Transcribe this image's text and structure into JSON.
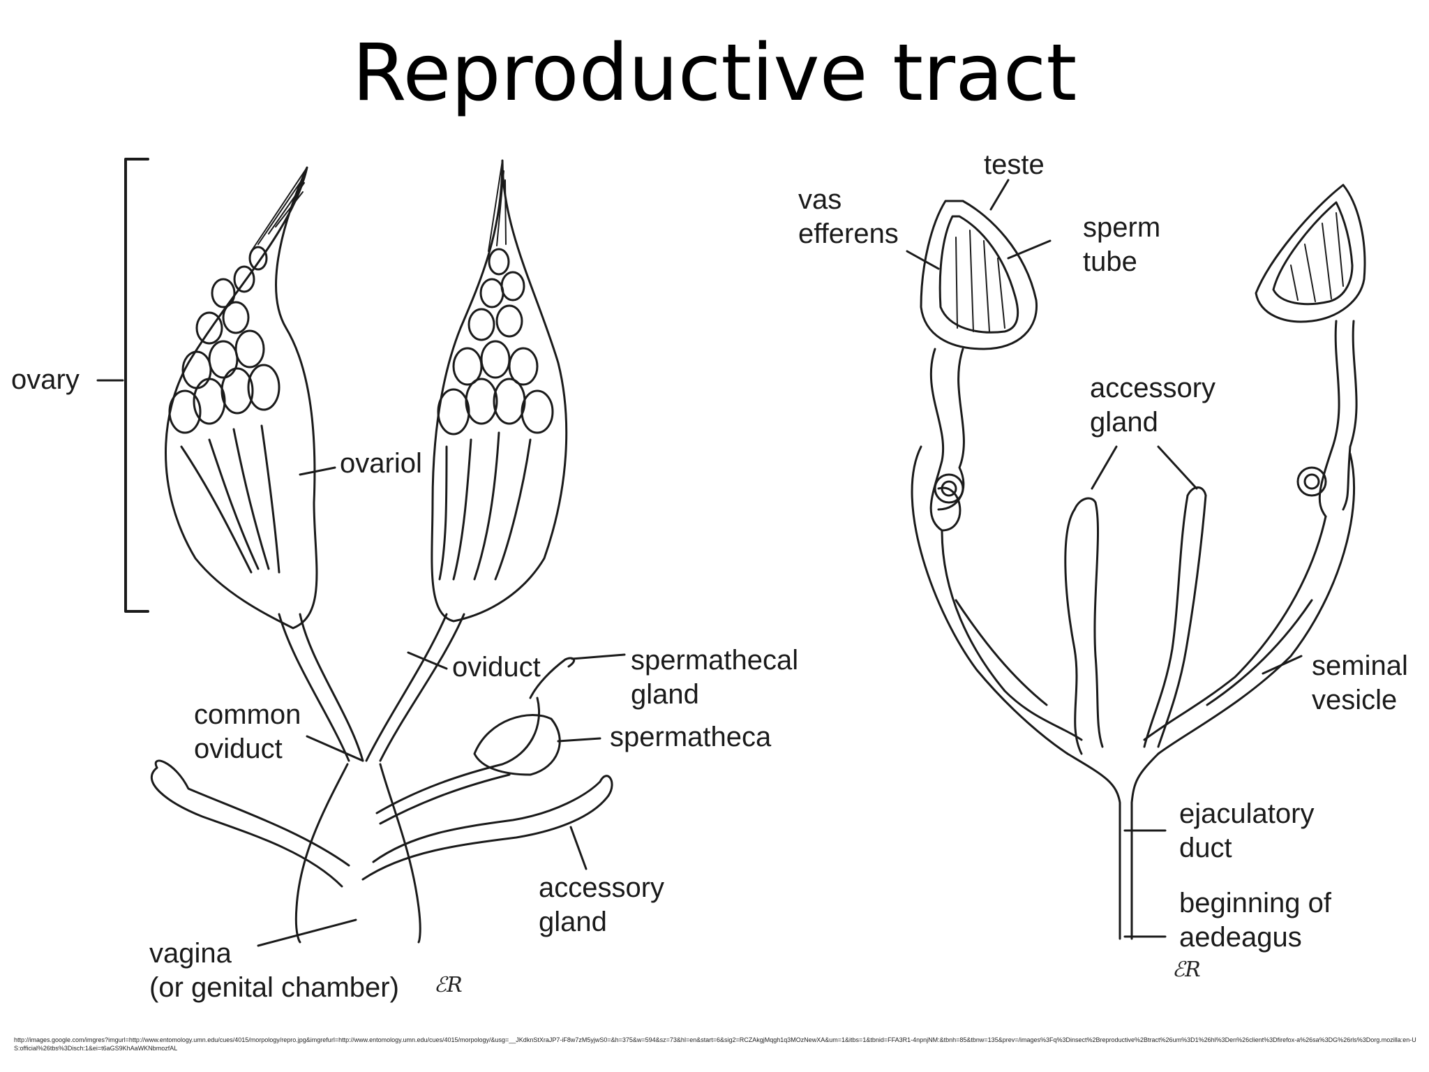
{
  "title": "Reproductive tract",
  "female": {
    "ovary": "ovary",
    "ovariol": "ovariol",
    "oviduct": "oviduct",
    "common_oviduct": [
      "common",
      "oviduct"
    ],
    "spermathecal_gland": [
      "spermathecal",
      "gland"
    ],
    "spermatheca": "spermatheca",
    "accessory_gland": [
      "accessory",
      "gland"
    ],
    "vagina": [
      "vagina",
      "(or genital chamber)"
    ]
  },
  "male": {
    "teste": "teste",
    "vas_efferens": [
      "vas",
      "efferens"
    ],
    "sperm_tube": [
      "sperm",
      "tube"
    ],
    "accessory_gland": [
      "accessory",
      "gland"
    ],
    "seminal_vesicle": [
      "seminal",
      "vesicle"
    ],
    "ejaculatory_duct": [
      "ejaculatory",
      "duct"
    ],
    "aedeagus": [
      "beginning of",
      "aedeagus"
    ]
  },
  "signature": "ℰR",
  "source_url": "http://images.google.com/imgres?imgurl=http://www.entomology.umn.edu/cues/4015/morpology/repro.jpg&imgrefurl=http://www.entomology.umn.edu/cues/4015/morpology/&usg=__JKdknStXraJP7-iF8w7zM5yjwS0=&h=375&w=594&sz=73&hl=en&start=6&sig2=RCZAkgjMqgh1q3MOzNewXA&um=1&itbs=1&tbnid=FFA3R1-4npnjNM:&tbnh=85&tbnw=135&prev=/images%3Fq%3Dinsect%2Breproductive%2Btract%26um%3D1%26hl%3Den%26client%3Dfirefox-a%26sa%3DG%26rls%3Dorg.mozilla:en-US:official%26tbs%3Disch:1&ei=t6aGS9KhAaWKNbmozfAL"
}
